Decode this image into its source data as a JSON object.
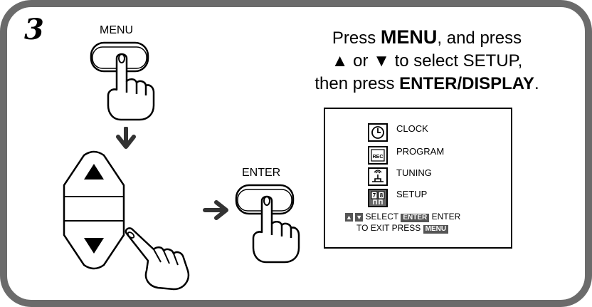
{
  "step": {
    "number": "3"
  },
  "buttons": {
    "menu_label": "MENU",
    "enter_label": "ENTER"
  },
  "instructions": {
    "line1_prefix": "Press ",
    "line1_bold": "MENU",
    "line1_suffix": ", and press",
    "line2_up": "▲",
    "line2_mid": " or ",
    "line2_down": "▼",
    "line2_suffix": " to select SETUP,",
    "line3_prefix": "then press ",
    "line3_bold": "ENTER/DISPLAY",
    "line3_suffix": "."
  },
  "osd": {
    "items": [
      {
        "label": "CLOCK",
        "icon": "clock-icon"
      },
      {
        "label": "PROGRAM",
        "icon": "rec-icon",
        "icon_text": "REC"
      },
      {
        "label": "TUNING",
        "icon": "antenna-icon"
      },
      {
        "label": "SETUP",
        "icon": "setup-icon",
        "icon_text": "78"
      }
    ],
    "help": {
      "up": "▲",
      "down": "▼",
      "select": "SELECT",
      "enter_key": "ENTER",
      "enter": "ENTER",
      "exit": "TO  EXIT  PRESS",
      "menu_key": "MENU"
    }
  }
}
